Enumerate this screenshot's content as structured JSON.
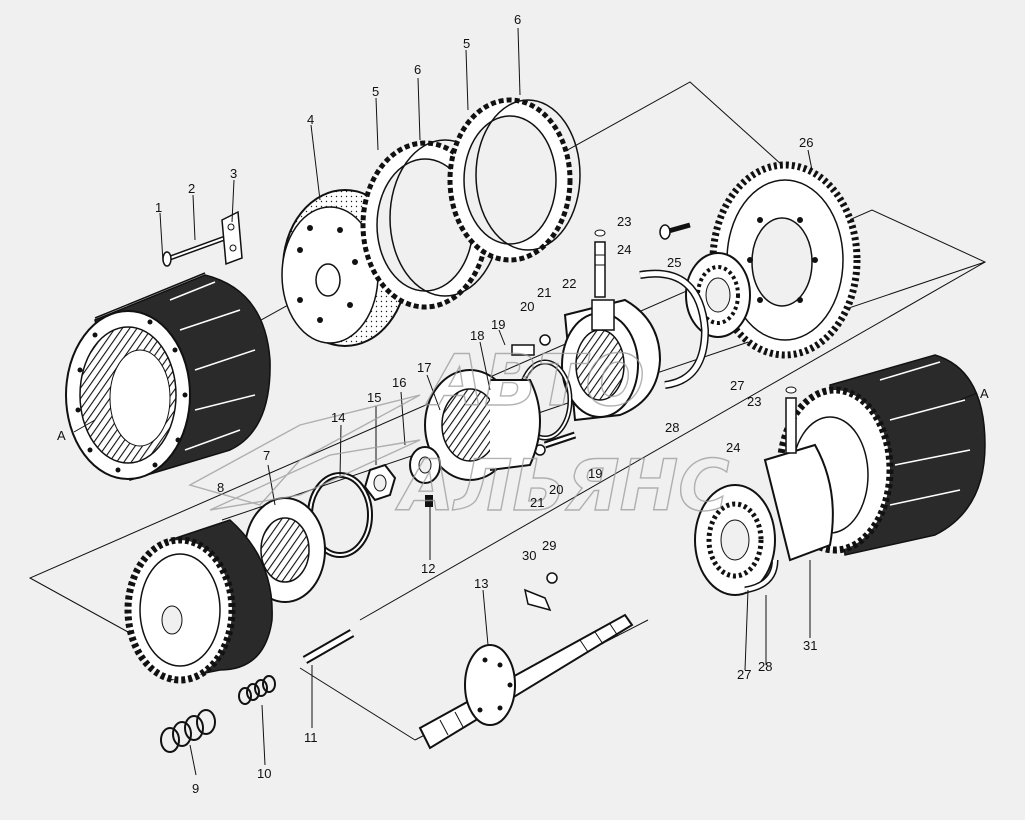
{
  "diagram": {
    "colors": {
      "background": "#f0f0f0",
      "ink": "#111111",
      "fill": "#ffffff",
      "shade": "#2a2a2a"
    },
    "labels": {
      "n1": "1",
      "n2": "2",
      "n3": "3",
      "n4": "4",
      "n5a": "5",
      "n5b": "5",
      "n6a": "6",
      "n6b": "6",
      "n7": "7",
      "n8": "8",
      "n9": "9",
      "n10": "10",
      "n11": "11",
      "n12": "12",
      "n13": "13",
      "n14": "14",
      "n15": "15",
      "n16": "16",
      "n17": "17",
      "n18": "18",
      "n19a": "19",
      "n19b": "19",
      "n20a": "20",
      "n20b": "20",
      "n21a": "21",
      "n21b": "21",
      "n22": "22",
      "n23a": "23",
      "n23b": "23",
      "n24a": "24",
      "n24b": "24",
      "n25": "25",
      "n26": "26",
      "n27a": "27",
      "n27b": "27",
      "n28a": "28",
      "n28b": "28",
      "n29": "29",
      "n30": "30",
      "n31": "31",
      "axisA1": "A",
      "axisA2": "A"
    },
    "watermark": {
      "line1": "АВТО",
      "line2": "АЛЬЯНС"
    }
  }
}
